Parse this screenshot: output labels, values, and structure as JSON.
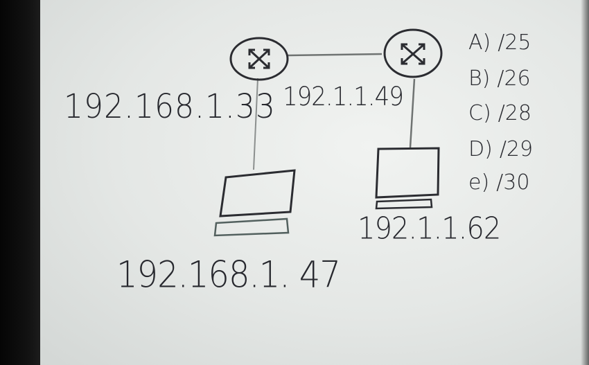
{
  "whiteboard": {
    "router_a_ip": "192.168.1.33",
    "link_ip": "192.1.1.49",
    "host_a_ip": "192.168.1. 47",
    "host_b_ip": "192.1.1.62",
    "choices": [
      {
        "letter": "A)",
        "value": "/25"
      },
      {
        "letter": "B)",
        "value": "/26"
      },
      {
        "letter": "C)",
        "value": "/28"
      },
      {
        "letter": "D)",
        "value": "/29"
      },
      {
        "letter": "e)",
        "value": "/30"
      }
    ]
  },
  "colors": {
    "ink": "#27282e",
    "line": "#7c807f",
    "board": "#e6e9e7"
  },
  "icons": {
    "router_a": "router-icon",
    "router_b": "router-icon",
    "host_a": "laptop-icon",
    "host_b": "desktop-computer-icon"
  }
}
